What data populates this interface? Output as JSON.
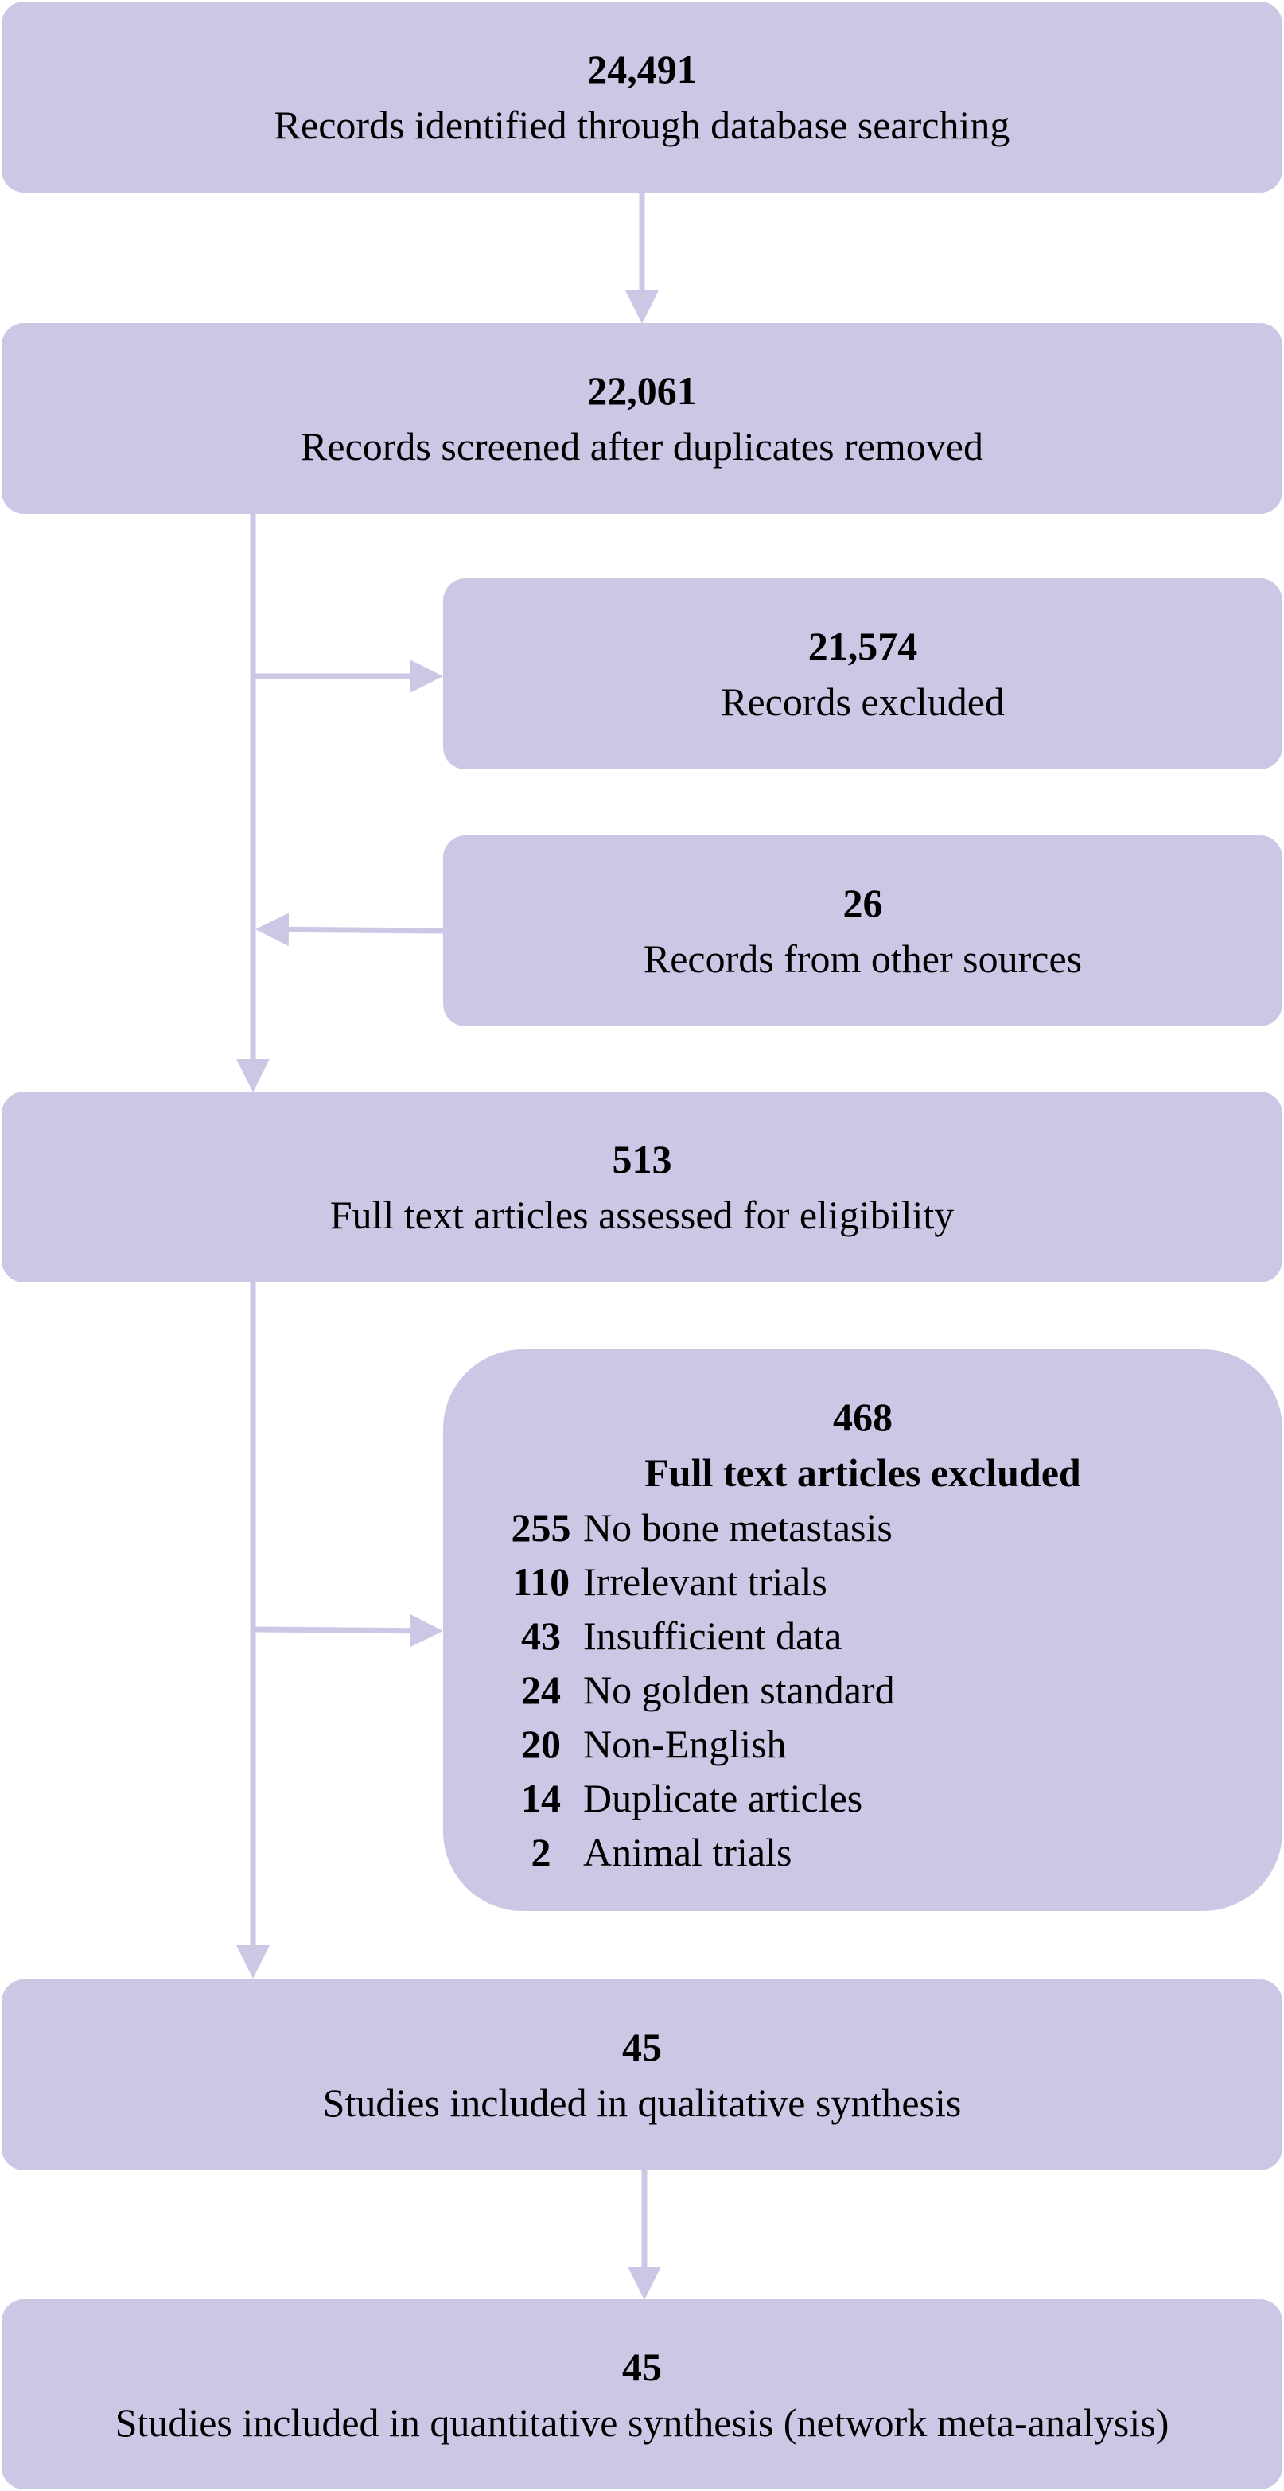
{
  "diagram": {
    "colors": {
      "box_fill": "#cdc7e6",
      "connector": "#cdc7e6",
      "text": "#000000"
    },
    "stages": {
      "identified": {
        "count": "24,491",
        "label": "Records identified through database searching"
      },
      "screened": {
        "count": "22,061",
        "label": "Records screened after duplicates removed"
      },
      "excluded": {
        "count": "21,574",
        "label": "Records excluded"
      },
      "other_sources": {
        "count": "26",
        "label": "Records from other sources"
      },
      "fulltext": {
        "count": "513",
        "label": "Full text articles assessed for eligibility"
      },
      "fulltext_excluded": {
        "count": "468",
        "label": "Full text articles excluded",
        "reasons": [
          {
            "count": "255",
            "label": "No bone metastasis"
          },
          {
            "count": "110",
            "label": "Irrelevant trials"
          },
          {
            "count": "43",
            "label": "Insufficient data"
          },
          {
            "count": "24",
            "label": "No golden standard"
          },
          {
            "count": "20",
            "label": "Non-English"
          },
          {
            "count": "14",
            "label": "Duplicate articles"
          },
          {
            "count": "2",
            "label": "Animal trials"
          }
        ]
      },
      "qualitative": {
        "count": "45",
        "label": "Studies included in qualitative synthesis"
      },
      "quantitative": {
        "count": "45",
        "label": "Studies included in quantitative synthesis (network meta-analysis)"
      }
    }
  }
}
